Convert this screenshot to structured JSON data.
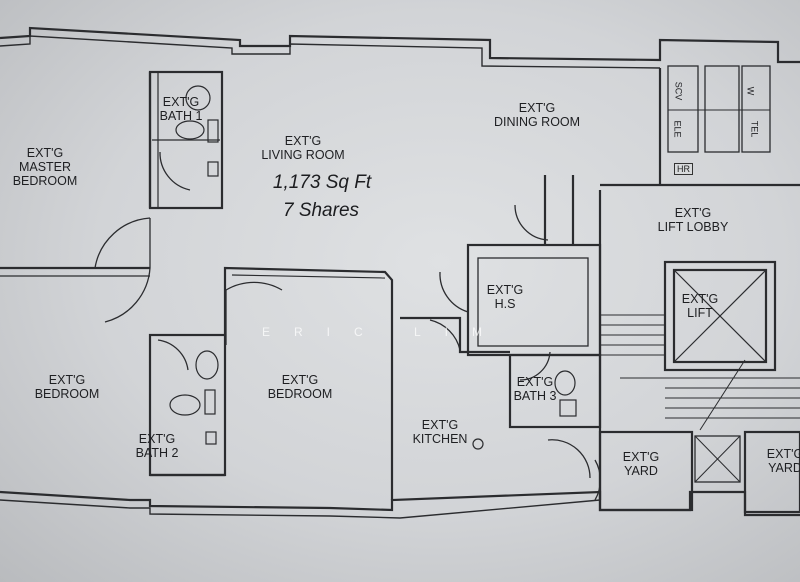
{
  "rooms": {
    "master_bedroom": {
      "line1": "EXT'G",
      "line2": "MASTER",
      "line3": "BEDROOM"
    },
    "bath1": {
      "line1": "EXT'G",
      "line2": "BATH 1"
    },
    "living_room": {
      "line1": "EXT'G",
      "line2": "LIVING ROOM"
    },
    "dining_room": {
      "line1": "EXT'G",
      "line2": "DINING ROOM"
    },
    "lift_lobby": {
      "line1": "EXT'G",
      "line2": "LIFT LOBBY"
    },
    "hs": {
      "line1": "EXT'G",
      "line2": "H.S"
    },
    "lift": {
      "line1": "EXT'G",
      "line2": "LIFT"
    },
    "bedroom_left": {
      "line1": "EXT'G",
      "line2": "BEDROOM"
    },
    "bedroom_mid": {
      "line1": "EXT'G",
      "line2": "BEDROOM"
    },
    "bath2": {
      "line1": "EXT'G",
      "line2": "BATH 2"
    },
    "bath3": {
      "line1": "EXT'G",
      "line2": "BATH 3"
    },
    "kitchen": {
      "line1": "EXT'G",
      "line2": "KITCHEN"
    },
    "yard1": {
      "line1": "EXT'G",
      "line2": "YARD"
    },
    "yard2": {
      "line1": "EXT'G",
      "line2": "YARD"
    }
  },
  "area": {
    "size": "1,173 Sq Ft",
    "shares": "7 Shares"
  },
  "service_labels": {
    "scv": "SCV",
    "w": "W",
    "ele": "ELE",
    "tel": "TEL",
    "hr": "HR"
  },
  "watermark": "ERIC LIM"
}
